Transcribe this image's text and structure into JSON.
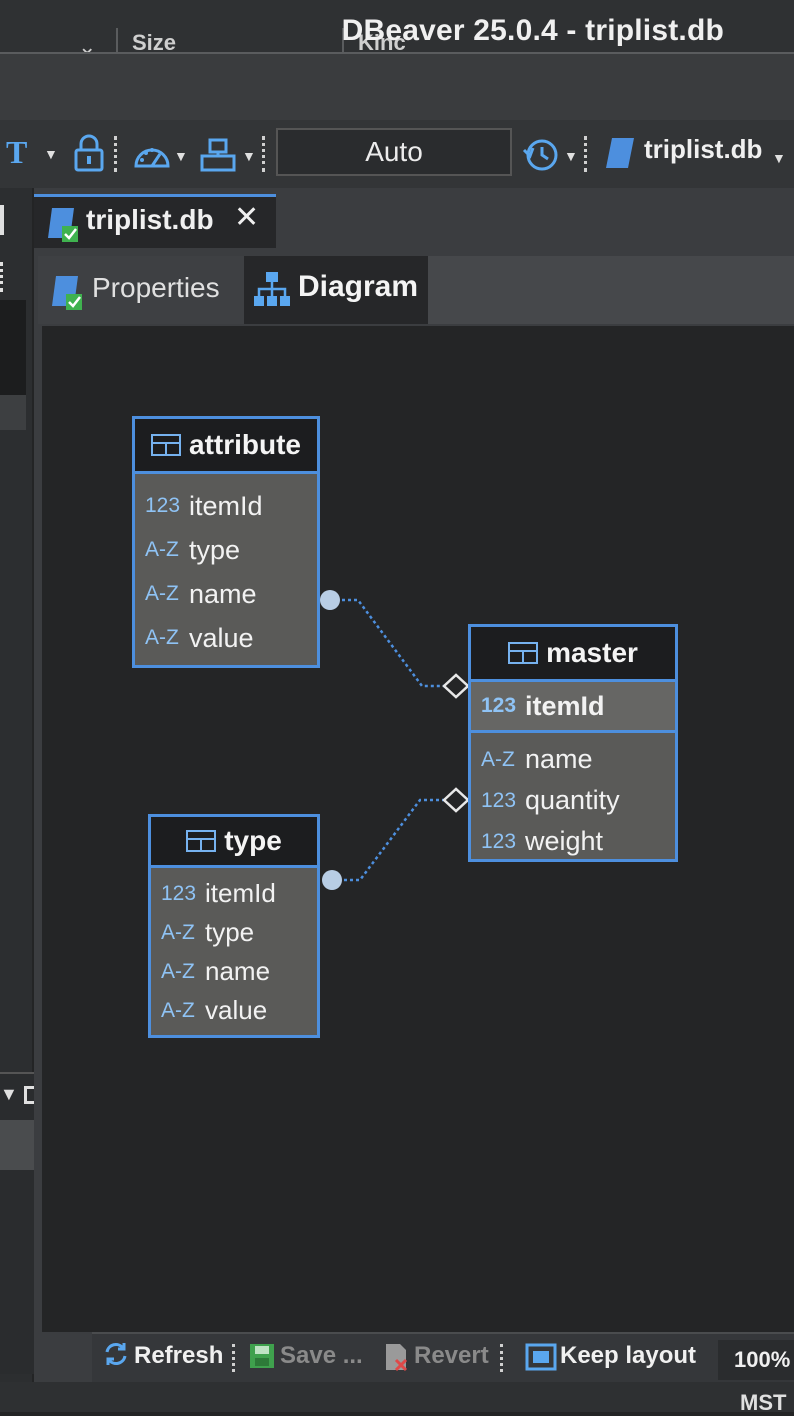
{
  "previous_header": {
    "chevron": "⌄",
    "col_size": "Size",
    "col_kind": "Kinc"
  },
  "window": {
    "title": "DBeaver 25.0.4 - triplist.db"
  },
  "toolbar": {
    "transaction_mode": "Auto",
    "active_datasource": "triplist.db"
  },
  "editor": {
    "tab_label": "triplist.db",
    "close_glyph": "✕",
    "subtabs": [
      {
        "label": "Properties"
      },
      {
        "label": "Diagram"
      }
    ]
  },
  "diagram": {
    "tables": [
      {
        "name": "attribute",
        "columns": [
          {
            "type": "123",
            "name": "itemId"
          },
          {
            "type": "A-Z",
            "name": "type"
          },
          {
            "type": "A-Z",
            "name": "name"
          },
          {
            "type": "A-Z",
            "name": "value"
          }
        ]
      },
      {
        "name": "master",
        "primary_key": {
          "type": "123",
          "name": "itemId"
        },
        "columns": [
          {
            "type": "A-Z",
            "name": "name"
          },
          {
            "type": "123",
            "name": "quantity"
          },
          {
            "type": "123",
            "name": "weight"
          }
        ]
      },
      {
        "name": "type",
        "columns": [
          {
            "type": "123",
            "name": "itemId"
          },
          {
            "type": "A-Z",
            "name": "type"
          },
          {
            "type": "A-Z",
            "name": "name"
          },
          {
            "type": "A-Z",
            "name": "value"
          }
        ]
      }
    ]
  },
  "bottom_toolbar": {
    "refresh": "Refresh",
    "save": "Save ...",
    "revert": "Revert",
    "keep_layout": "Keep layout",
    "zoom": "100%"
  },
  "status": {
    "timezone": "MST"
  },
  "colors": {
    "accent": "#4d8fde",
    "canvas": "#242526",
    "table_fill": "#5a5a58"
  }
}
